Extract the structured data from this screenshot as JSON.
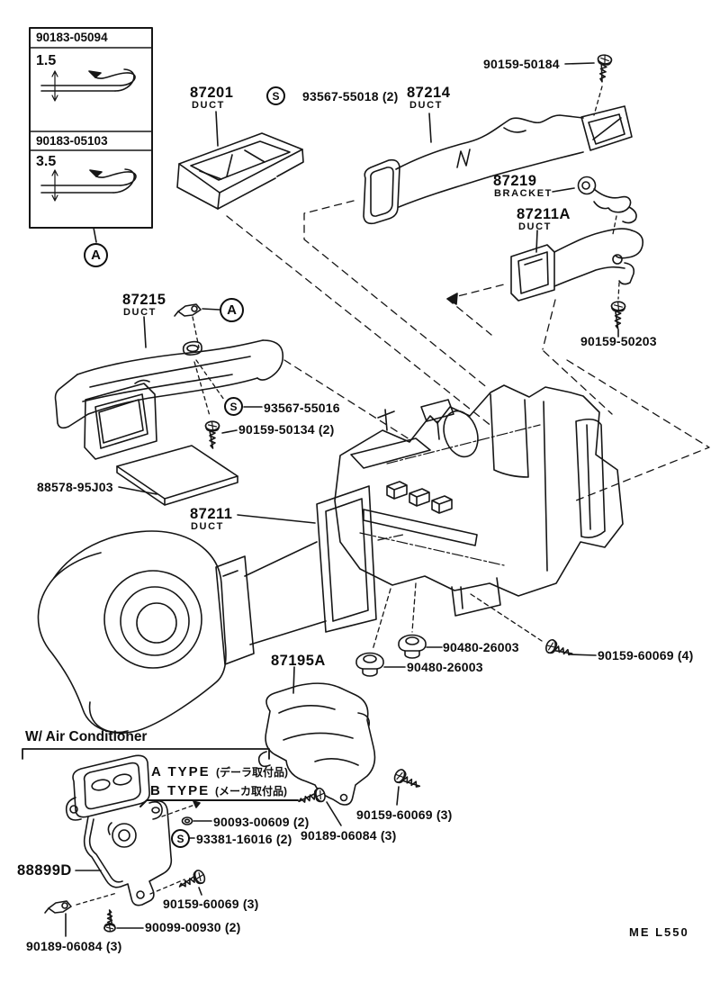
{
  "inset": {
    "row1_number": "90183-05094",
    "row1_size": "1.5",
    "row2_number": "90183-05103",
    "row2_size": "3.5"
  },
  "markers": {
    "a": "A",
    "s": "S"
  },
  "parts": {
    "p87201": {
      "num": "87201",
      "sub": "DUCT"
    },
    "p87214": {
      "num": "87214",
      "sub": "DUCT"
    },
    "p87219": {
      "num": "87219",
      "sub": "BRACKET"
    },
    "p87211a": {
      "num": "87211A",
      "sub": "DUCT"
    },
    "p87215": {
      "num": "87215",
      "sub": "DUCT"
    },
    "p87211": {
      "num": "87211",
      "sub": "DUCT"
    },
    "p88578": {
      "num": "88578-95J03"
    },
    "p87195a": {
      "num": "87195A"
    },
    "p88899d": {
      "num": "88899D"
    }
  },
  "fasteners": {
    "f93567_55018": "93567-55018 (2)",
    "f90159_50184": "90159-50184",
    "f90159_50203": "90159-50203",
    "f93567_55016": "93567-55016",
    "f90159_50134": "90159-50134 (2)",
    "f90480_26003_a": "90480-26003",
    "f90480_26003_b": "90480-26003",
    "f90159_60069_4": "90159-60069 (4)",
    "f90093_00609": "90093-00609 (2)",
    "f93381_16016": "93381-16016 (2)",
    "f90159_60069_3a": "90159-60069 (3)",
    "f90189_06084_3a": "90189-06084 (3)",
    "f90159_60069_3b": "90159-60069 (3)",
    "f90099_00930": "90099-00930 (2)",
    "f90189_06084_3b": "90189-06084 (3)"
  },
  "sections": {
    "with_ac": "W/ Air Conditioner",
    "a_type": "A TYPE",
    "a_type_note": "(デーラ取付品)",
    "b_type": "B TYPE",
    "b_type_note": "(メーカ取付品)"
  },
  "footer": {
    "code": "ME  L550"
  }
}
